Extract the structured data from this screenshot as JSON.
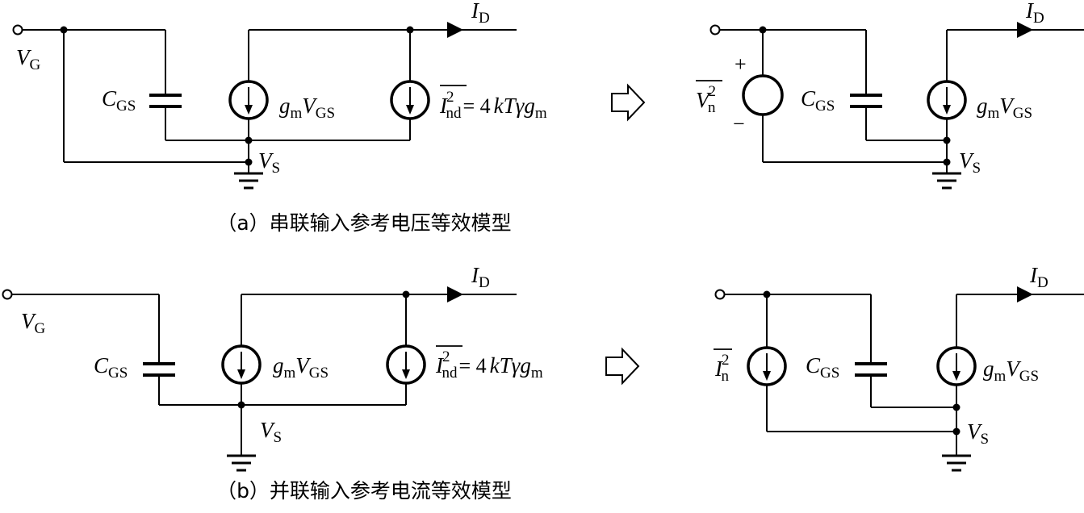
{
  "labels": {
    "VG": "V",
    "VG_sub": "G",
    "ID": "I",
    "ID_sub": "D",
    "VS": "V",
    "VS_sub": "S",
    "CGS": "C",
    "CGS_sub": "GS",
    "gm": "g",
    "gm_sub": "m",
    "gmV": "V",
    "gmV_sub": "GS",
    "Ind_I": "I",
    "Ind_sub": "nd",
    "Ind_sup": "2",
    "Ind_rhs": "= 4",
    "Ind_kT": "kT",
    "Ind_gamma": "γ",
    "Ind_g": "g",
    "Ind_gsub": "m",
    "Vn": "V",
    "Vn_sub": "n",
    "Vn_sup": "2",
    "In": "I",
    "In_sub": "n",
    "In_sup": "2",
    "plus": "+",
    "minus": "−"
  },
  "captions": {
    "a": "（a）串联输入参考电压等效模型",
    "b": "（b）并联输入参考电流等效模型"
  }
}
